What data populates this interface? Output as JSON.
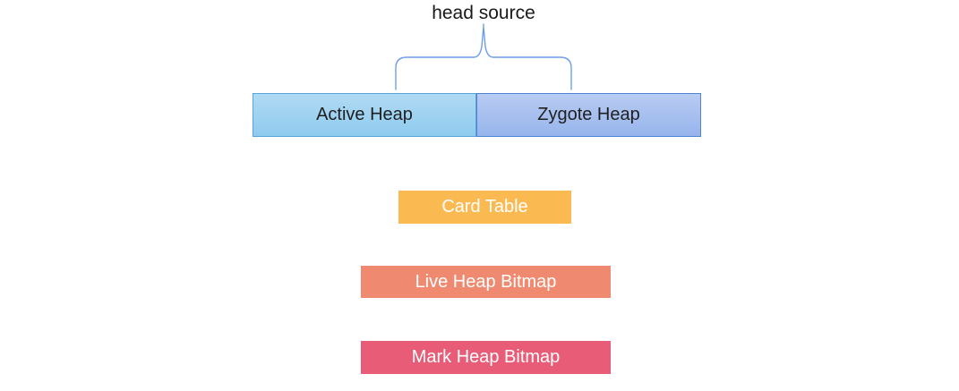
{
  "diagram": {
    "title": "head source",
    "brace": {
      "color": "#6d9eeb",
      "points_at": "heap-row"
    },
    "heap_row": [
      {
        "id": "active-heap",
        "label": "Active Heap",
        "fill_top": "#b0daf3",
        "fill_bottom": "#8fcbee",
        "border": "#58a5de",
        "text_color": "#1f1f1f"
      },
      {
        "id": "zygote-heap",
        "label": "Zygote Heap",
        "fill_top": "#b8cbf2",
        "fill_bottom": "#97b5ec",
        "border": "#4f83d6",
        "text_color": "#1f1f1f"
      }
    ],
    "blocks": [
      {
        "id": "card-table",
        "label": "Card Table",
        "fill": "#fbb951",
        "text_color": "#ffffff"
      },
      {
        "id": "live-heap-bitmap",
        "label": "Live Heap Bitmap",
        "fill": "#ef8a70",
        "text_color": "#ffffff"
      },
      {
        "id": "mark-heap-bitmap",
        "label": "Mark Heap Bitmap",
        "fill": "#e85c78",
        "text_color": "#ffffff"
      }
    ]
  }
}
